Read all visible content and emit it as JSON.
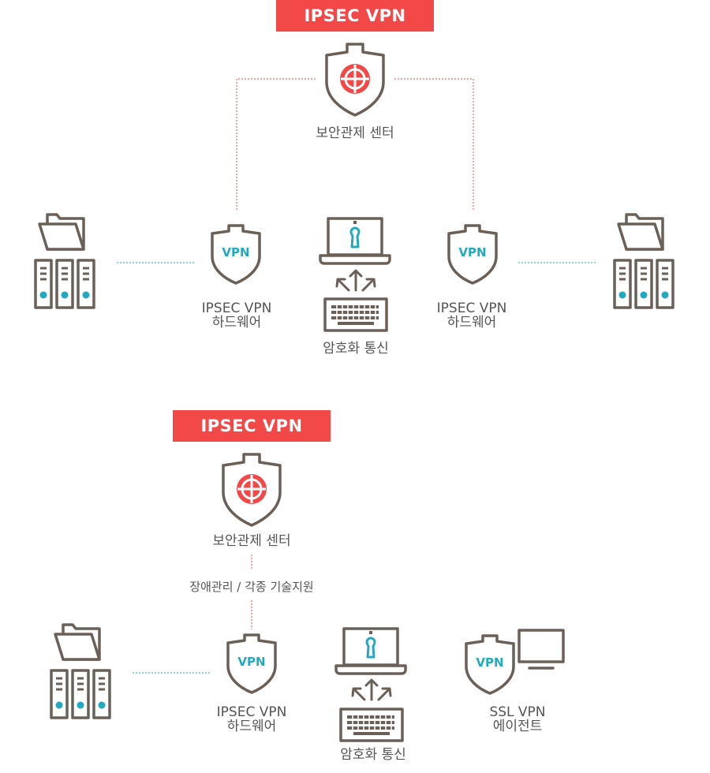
{
  "top": {
    "banner": "IPSEC VPN",
    "center_label": "보안관제 센터",
    "left_hw_label_line1": "IPSEC VPN",
    "left_hw_label_line2": "하드웨어",
    "right_hw_label_line1": "IPSEC VPN",
    "right_hw_label_line2": "하드웨어",
    "comm_label": "암호화 통신",
    "badge": "VPN"
  },
  "bottom": {
    "banner": "IPSEC VPN",
    "center_label": "보안관제 센터",
    "support_label": "장애관리 / 각종 기술지원",
    "hw_label_line1": "IPSEC VPN",
    "hw_label_line2": "하드웨어",
    "agent_label_line1": "SSL VPN",
    "agent_label_line2": "에이전트",
    "comm_label": "암호화 통신",
    "badge": "VPN"
  },
  "colors": {
    "accent": "#f24848",
    "icon_stroke": "#6b6058",
    "vpn_teal": "#22a9bd"
  },
  "icons": [
    "shield-target-icon",
    "shield-vpn-icon",
    "folder-icon",
    "server-rack-icon",
    "laptop-lock-icon",
    "keyboard-icon",
    "arrows-up-icon",
    "monitor-icon"
  ]
}
